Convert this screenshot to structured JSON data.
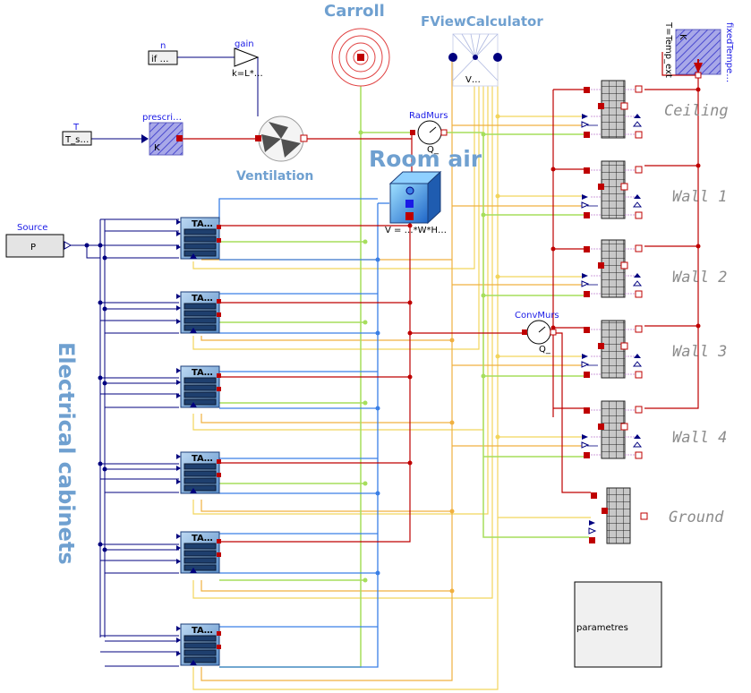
{
  "diagram": {
    "titles": {
      "carroll": "Carroll",
      "fview": "FViewCalculator",
      "room_air": "Room air",
      "ventilation": "Ventilation",
      "electrical_cabinets": "Electrical cabinets"
    },
    "blocks": {
      "n_label": "n",
      "n_value": "if …",
      "gain_label": "gain",
      "gain_value": "k=L*…",
      "t_label": "T",
      "t_value": "T_s…",
      "prescri_label": "prescri…",
      "prescri_unit": "K",
      "source_label": "Source",
      "source_value": "P",
      "radmurs_label": "RadMurs",
      "radmurs_value": "Q_",
      "convmurs_label": "ConvMurs",
      "convmurs_value": "Q_",
      "room_value": "V = …*W*H…",
      "fview_value": "V…",
      "fixedtemp_label": "fixedTempe…",
      "fixedtemp_value": "T=Temp_ext",
      "fixedtemp_unit": "K",
      "parametres": "parametres"
    },
    "cabinets": [
      "TA…",
      "TA…",
      "TA…",
      "TA…",
      "TA…",
      "TA…"
    ],
    "walls": [
      "Ceiling",
      "Wall 1",
      "Wall 2",
      "Wall 3",
      "Wall 4",
      "Ground"
    ],
    "colors": {
      "signal": "#00007f",
      "heat": "#bf0000",
      "radiative": "#a6de5c",
      "view": "#f2d55c",
      "convective": "#3a7fe6",
      "orange": "#f0b040",
      "title": "#6fa0d0",
      "wall_label": "#8c8c8c"
    }
  }
}
